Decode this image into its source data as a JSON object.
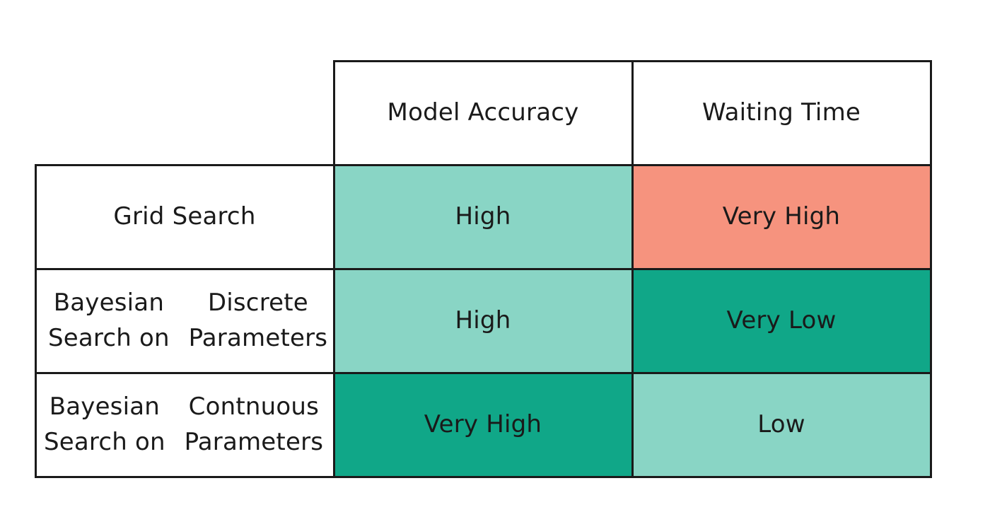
{
  "chart_data": {
    "type": "table",
    "columns": [
      "Model Accuracy",
      "Waiting Time"
    ],
    "rows": [
      {
        "label_lines": [
          "Grid Search"
        ],
        "values": [
          "High",
          "Very High"
        ]
      },
      {
        "label_lines": [
          "Bayesian Search on",
          "Discrete Parameters"
        ],
        "values": [
          "High",
          "Very Low"
        ]
      },
      {
        "label_lines": [
          "Bayesian Search on",
          "Contnuous Parameters"
        ],
        "values": [
          "Very High",
          "Low"
        ]
      }
    ],
    "value_colors": {
      "High": "#89d5c5",
      "Very High": "#f6937e",
      "Very Low": "#10a788",
      "Low": "#89d5c5"
    },
    "cell_colors": [
      [
        "#89d5c5",
        "#f6937e"
      ],
      [
        "#89d5c5",
        "#10a788"
      ],
      [
        "#10a788",
        "#89d5c5"
      ]
    ],
    "header_background": "#ffffff",
    "row_label_background": "#ffffff",
    "border_color": "#1a1a1a"
  }
}
